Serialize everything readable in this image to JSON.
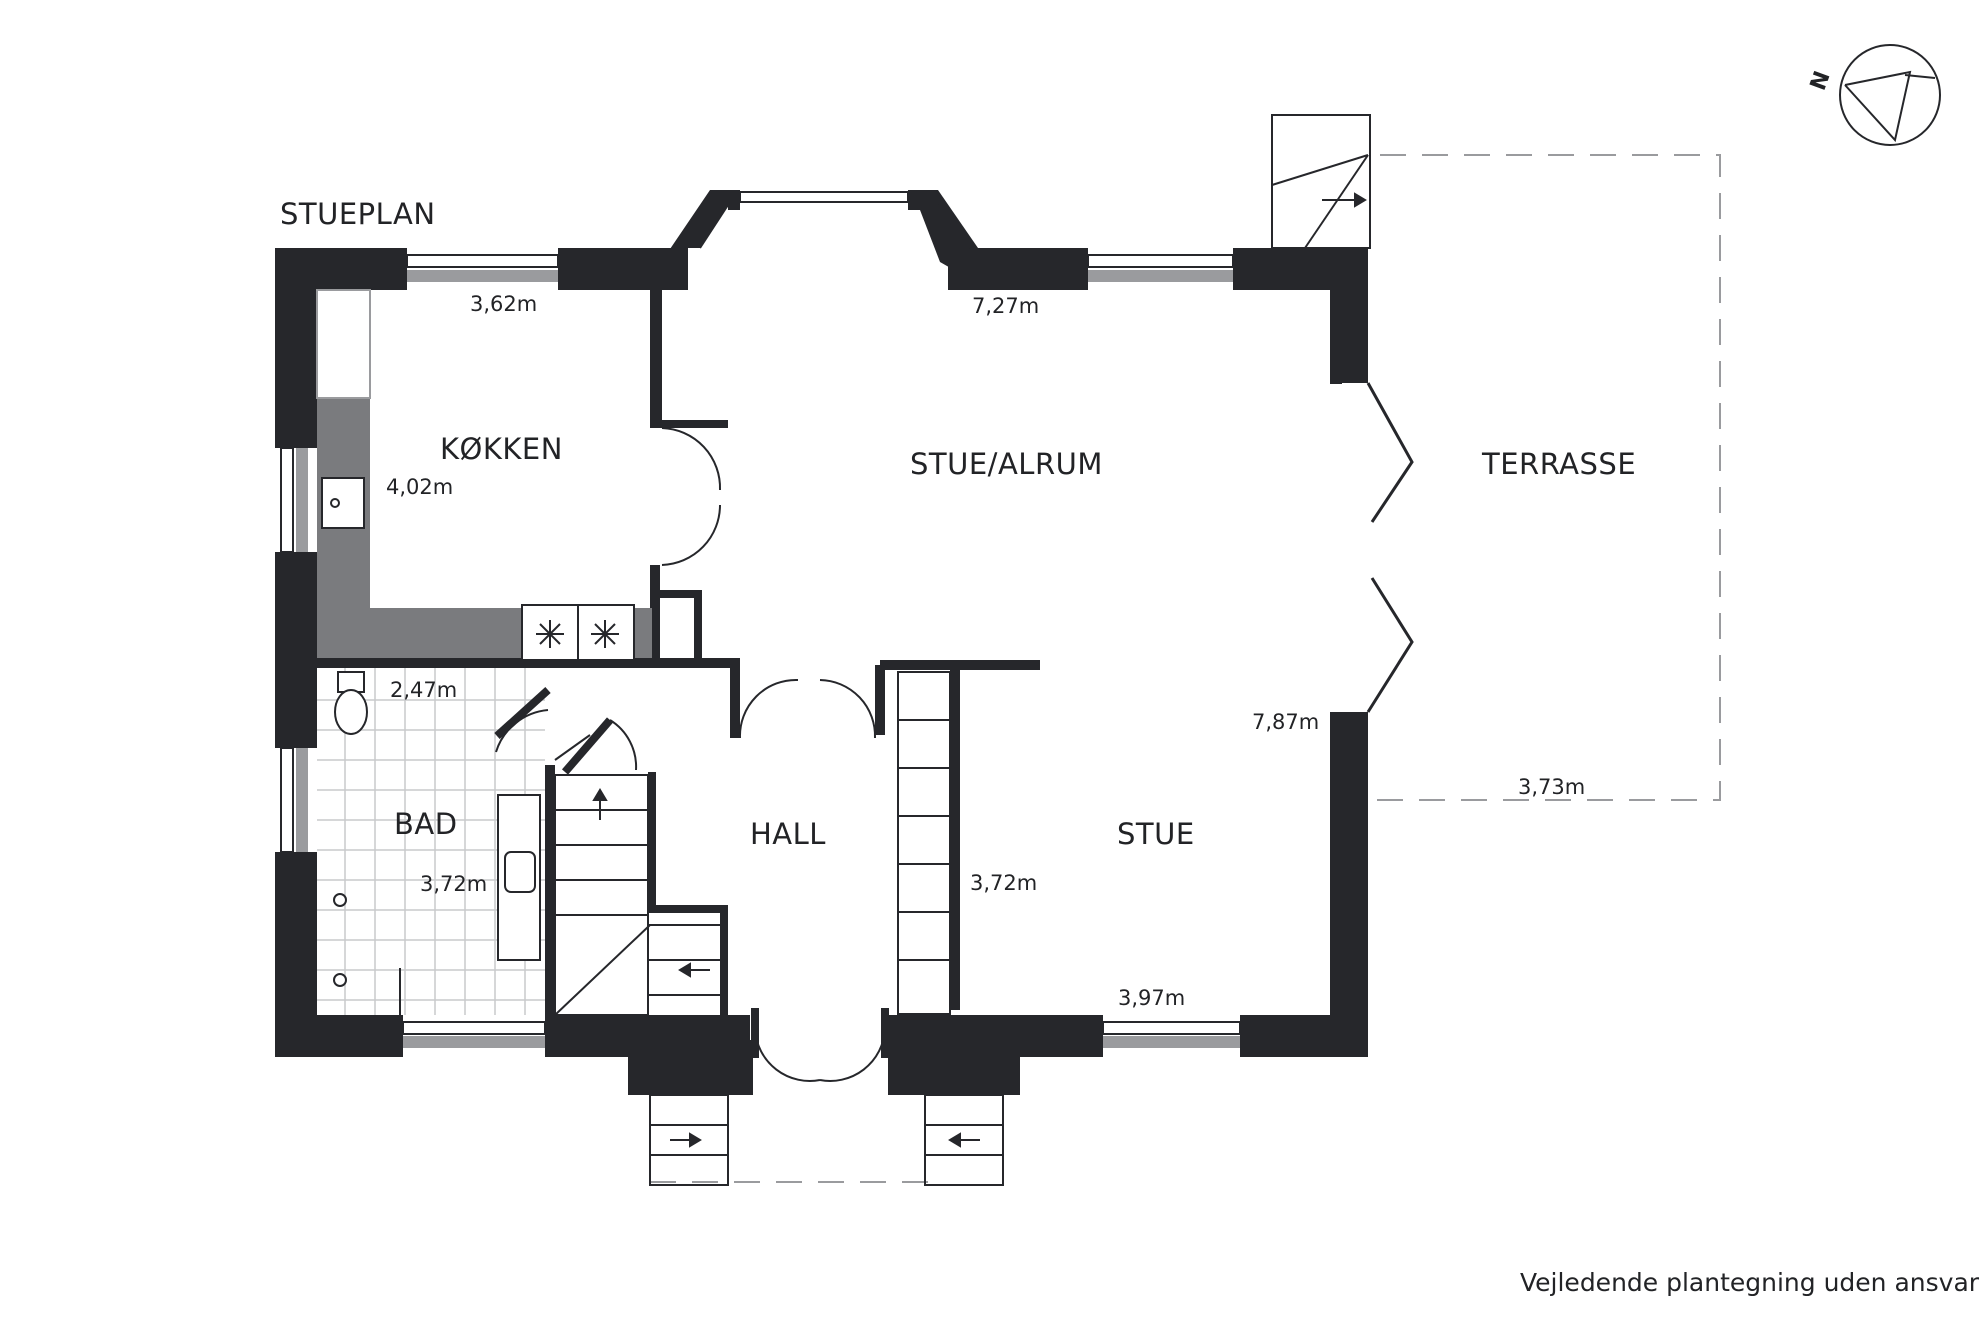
{
  "title": "STUEPLAN",
  "compass": {
    "label": "N"
  },
  "rooms": {
    "kitchen": "KØKKEN",
    "living_sun": "STUE/ALRUM",
    "terrace": "TERRASSE",
    "bath": "BAD",
    "hall": "HALL",
    "living": "STUE"
  },
  "dimensions": {
    "kitchen_width": "3,62m",
    "kitchen_depth": "4,02m",
    "living_sun_width": "7,27m",
    "bath_width": "2,47m",
    "bath_depth": "3,72m",
    "living_width": "3,97m",
    "living_depth": "3,72m",
    "living_right": "7,87m",
    "terrace_width": "3,73m"
  },
  "disclaimer": "Vejledende plantegning uden ansvar",
  "colors": {
    "wall": "#26272b",
    "counter": "#7a7b7e",
    "line": "#26272b"
  }
}
